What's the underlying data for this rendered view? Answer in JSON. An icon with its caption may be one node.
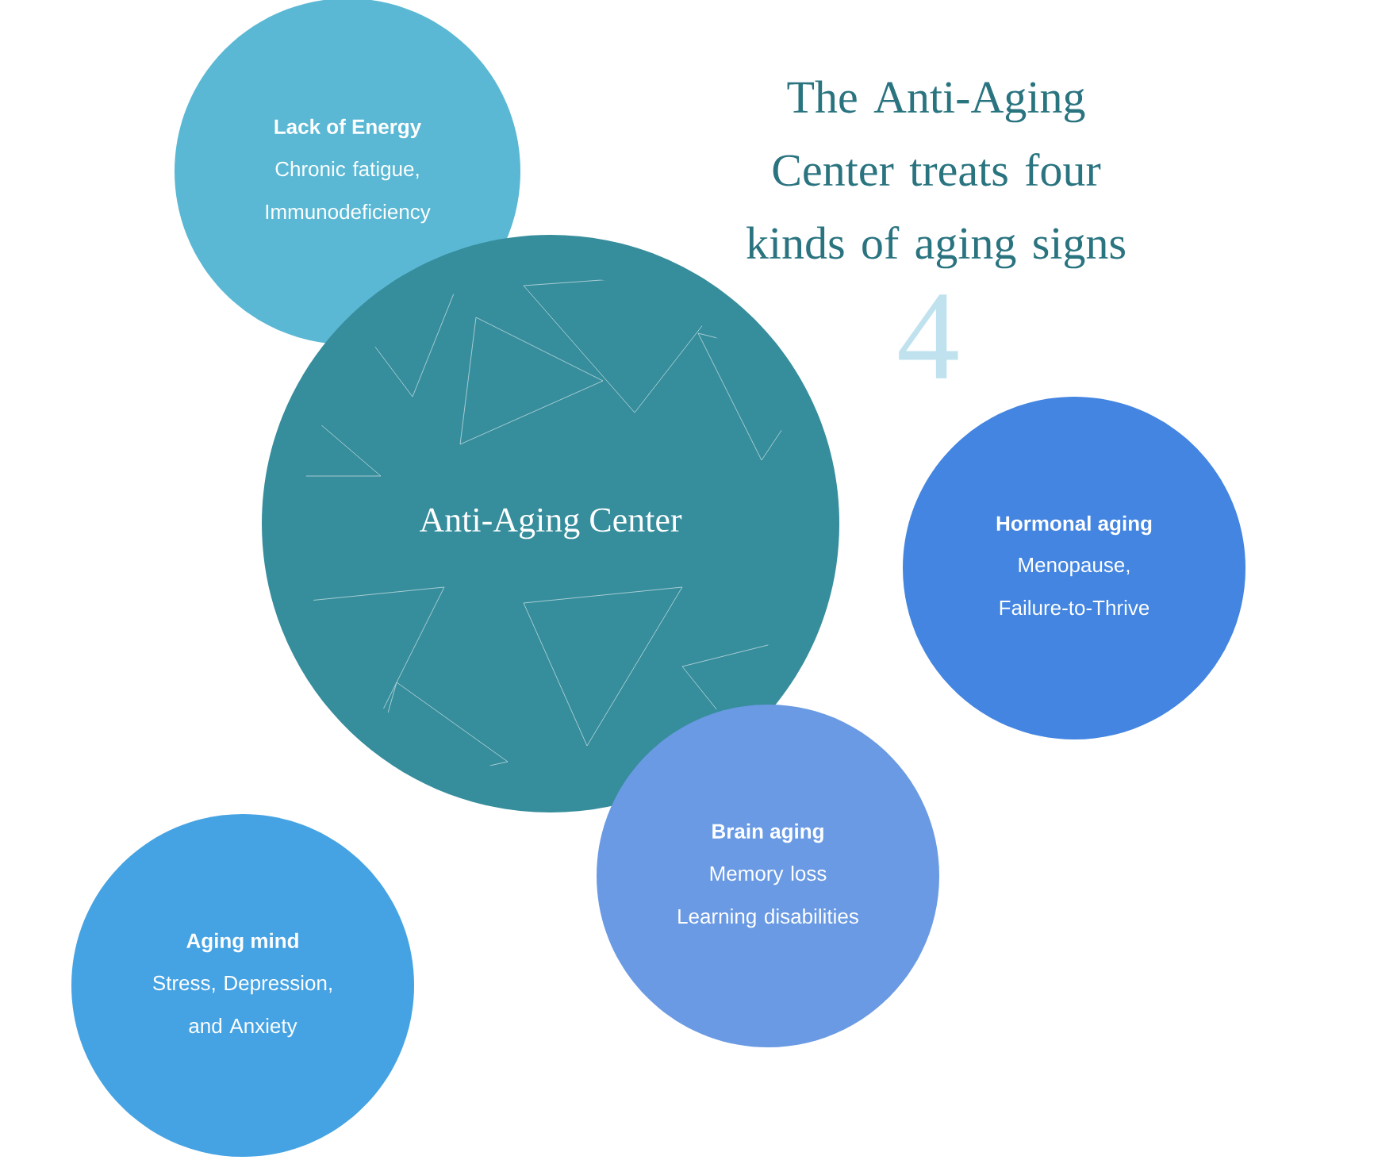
{
  "diagram": {
    "title": "The Anti-Aging Center treats four kinds of aging signs",
    "nodes": [
      {
        "text": [
          "Lack of Energy",
          "Chronic fatigue, Immunodeficiency"
        ]
      },
      {
        "text": [
          "Anti-Aging Center"
        ]
      },
      {
        "text": [
          "Hormonal aging",
          "Menopause, Failure-to-Thrive"
        ]
      },
      {
        "text": [
          "Brain aging",
          "Memory loss Learning disabilities"
        ]
      },
      {
        "text": [
          "Aging mind",
          "Stress, Depression, and Anxiety"
        ]
      }
    ],
    "labels": [
      "4"
    ]
  }
}
